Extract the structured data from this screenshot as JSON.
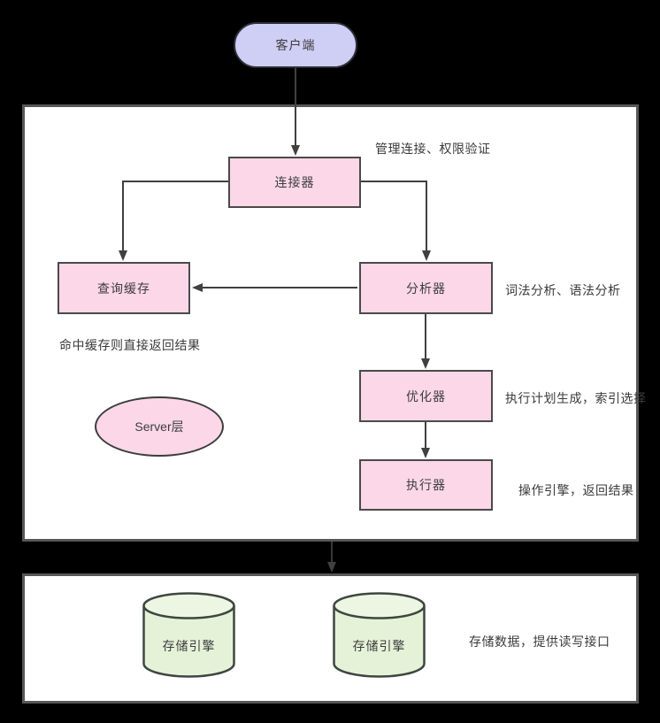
{
  "diagram": {
    "title_hint": "MySQL query flow diagram",
    "client": {
      "label": "客户端"
    },
    "server_box": {
      "connector": {
        "label": "连接器",
        "note": "管理连接、权限验证"
      },
      "query_cache": {
        "label": "查询缓存",
        "note": "命中缓存则直接返回结果"
      },
      "analyzer": {
        "label": "分析器",
        "note": "词法分析、语法分析"
      },
      "optimizer": {
        "label": "优化器",
        "note": "执行计划生成，索引选择"
      },
      "executor": {
        "label": "执行器",
        "note": "操作引擎，返回结果"
      },
      "layer_label": "Server层"
    },
    "storage_box": {
      "engine_1": {
        "label": "存储引擎"
      },
      "engine_2": {
        "label": "存储引擎"
      },
      "note": "存储数据，提供读写接口"
    },
    "colors": {
      "background": "#000000",
      "panel": "#ffffff",
      "panel_border": "#575757",
      "node_pink": "#fbd7e7",
      "node_purple": "#cfcef5",
      "node_green": "#e5f2d8",
      "node_green_top": "#ecf6e2",
      "node_border": "#4a4a4a",
      "arrow": "#404040",
      "text": "#3d3d3d"
    }
  }
}
